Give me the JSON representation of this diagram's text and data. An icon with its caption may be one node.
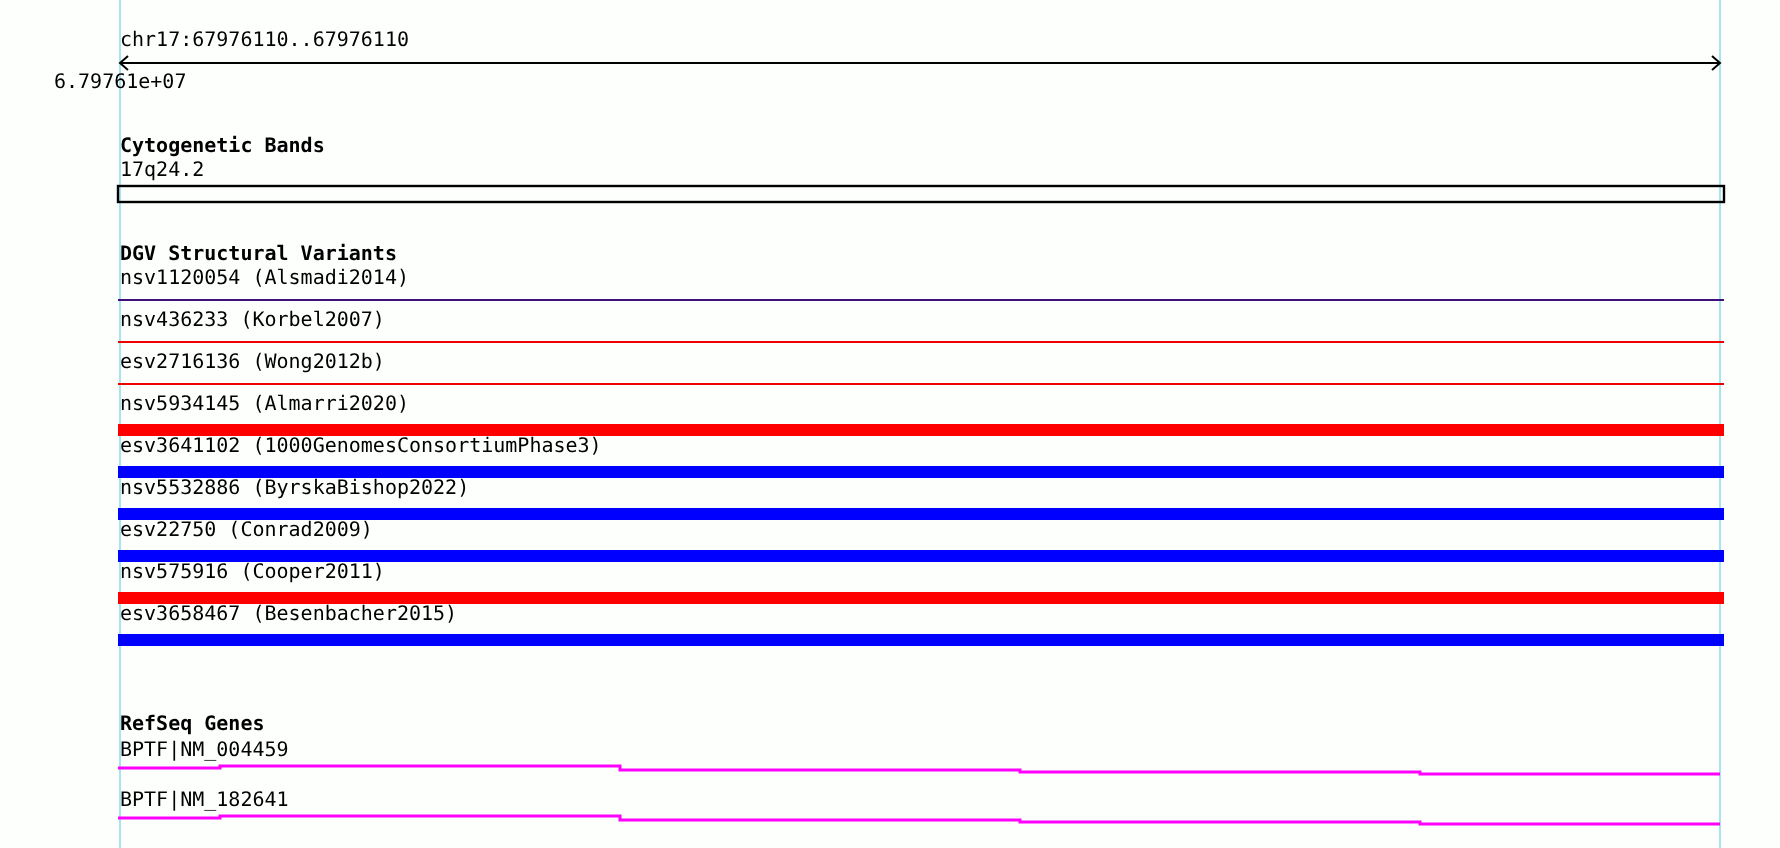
{
  "diagram": {
    "labels": [
      "chr17:67976110..67976110",
      "6.79761e+07",
      "Cytogenetic Bands",
      "17q24.2",
      "DGV Structural Variants",
      "nsv1120054 (Alsmadi2014)",
      "nsv436233 (Korbel2007)",
      "esv2716136 (Wong2012b)",
      "nsv5934145 (Almarri2020)",
      "esv3641102 (1000GenomesConsortiumPhase3)",
      "nsv5532886 (ByrskaBishop2022)",
      "esv22750 (Conrad2009)",
      "nsv575916 (Cooper2011)",
      "esv3658467 (Besenbacher2015)",
      "RefSeq Genes",
      "BPTF|NM_004459",
      "BPTF|NM_182641"
    ]
  }
}
